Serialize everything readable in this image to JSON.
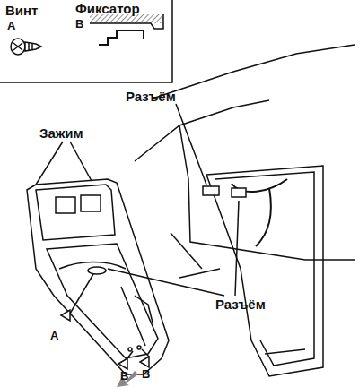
{
  "diagram": {
    "labels": [
      "Винт",
      "A",
      "Фиксатор",
      "B",
      "Разъём",
      "Зажим",
      "Разъём",
      "A",
      "B",
      "B"
    ]
  }
}
